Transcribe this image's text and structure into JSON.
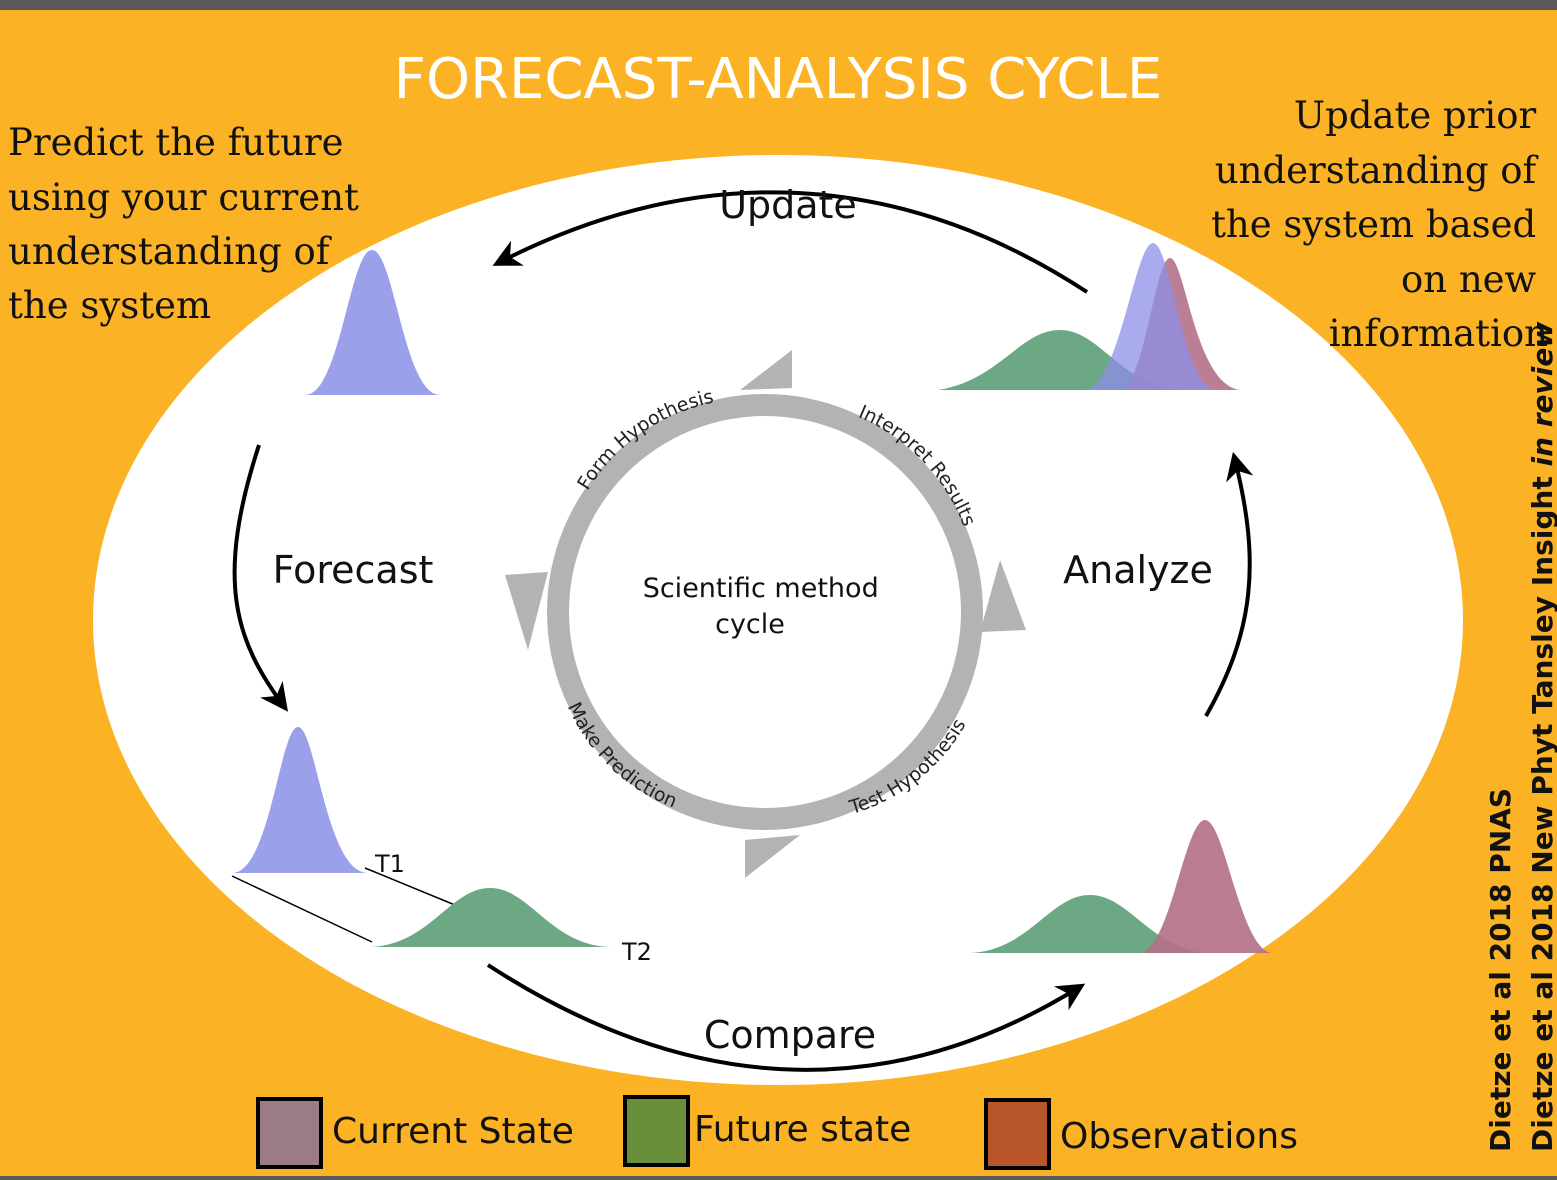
{
  "title": "FORECAST-ANALYSIS CYCLE",
  "left_note": [
    "Predict the future",
    "using your current",
    "understanding of",
    "the system"
  ],
  "right_note": [
    "Update prior",
    "understanding of",
    "the system based",
    "on new",
    "information"
  ],
  "cycle_labels": {
    "update": "Update",
    "forecast": "Forecast",
    "analyze": "Analyze",
    "compare": "Compare"
  },
  "inner_cycle": {
    "center": [
      "Scientific method",
      "cycle"
    ],
    "steps": {
      "form_hypothesis": "Form Hypothesis",
      "interpret_results": "Interpret Results",
      "test_hypothesis": "Test Hypothesis",
      "make_prediction": "Make Prediction"
    }
  },
  "time_labels": {
    "t1": "T1",
    "t2": "T2"
  },
  "legend": [
    {
      "label": "Current State",
      "color": "#9B7B84"
    },
    {
      "label": "Future state",
      "color": "#6A8F3A"
    },
    {
      "label": "Observations",
      "color": "#B8562A"
    }
  ],
  "citation": {
    "line1": "Dietze et al 2018 PNAS",
    "line2_prefix": "Dietze et al 2018 New Phyt Tansley Insight ",
    "line2_italic": "in review"
  },
  "colors": {
    "background": "#FBB325",
    "ellipse": "#FFFFFF",
    "blue_curve": "#9AA0EA",
    "green_curve": "#6BA883",
    "pink_curve": "#B47189",
    "ring": "#B3B3B3"
  }
}
